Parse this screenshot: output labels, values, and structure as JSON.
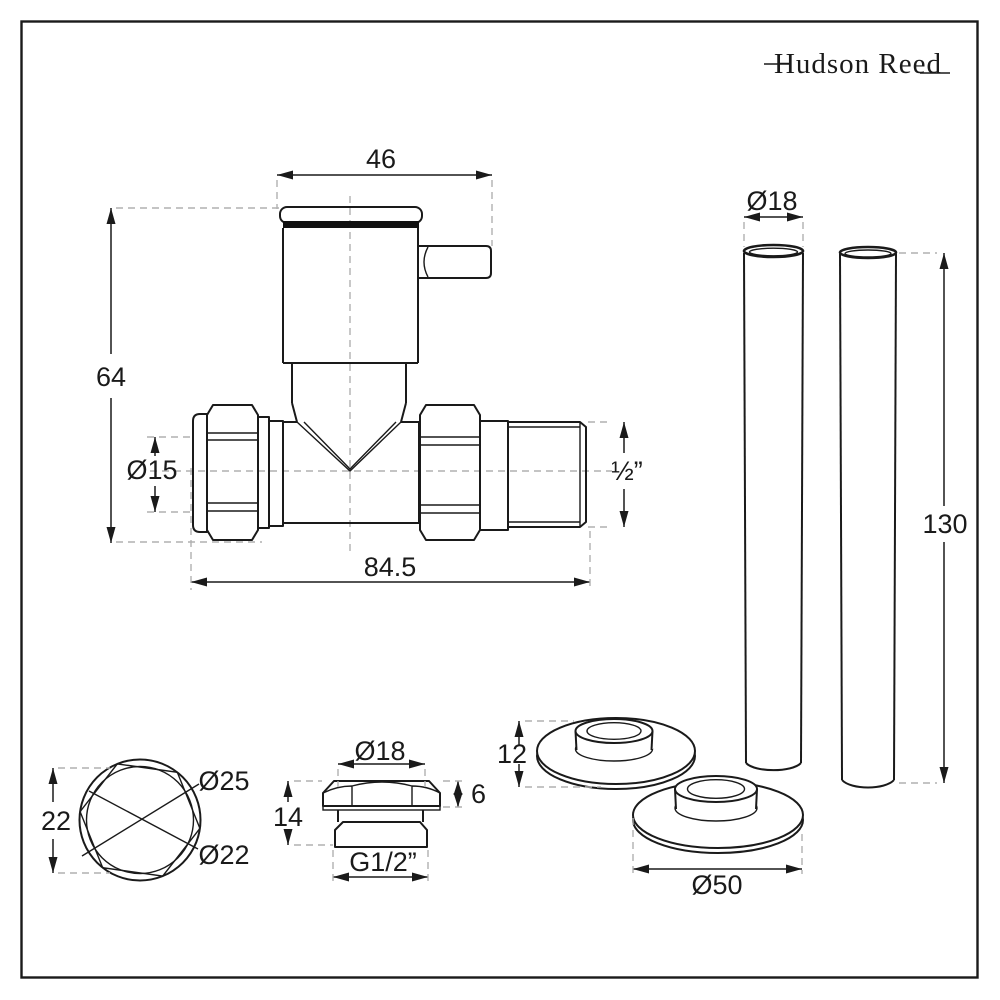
{
  "page": {
    "background": "#ffffff",
    "line_color": "#1a1a1a",
    "dash_color": "#b0b0b0"
  },
  "brand": {
    "logo_text": "Hudson Reed"
  },
  "valve": {
    "head_width": "46",
    "total_height": "64",
    "inlet_diameter": "Ø15",
    "outlet_thread": "½”",
    "overall_length": "84.5"
  },
  "pipes": {
    "diameter": "Ø18",
    "length": "130"
  },
  "nut_end_view": {
    "across_flats": "22",
    "outer_diameter": "Ø25",
    "inner_diameter": "Ø22"
  },
  "blanking_plug": {
    "head_diameter": "Ø18",
    "total_height": "14",
    "head_height": "6",
    "thread": "G1/2”"
  },
  "collars": {
    "height": "12",
    "diameter": "Ø50"
  }
}
